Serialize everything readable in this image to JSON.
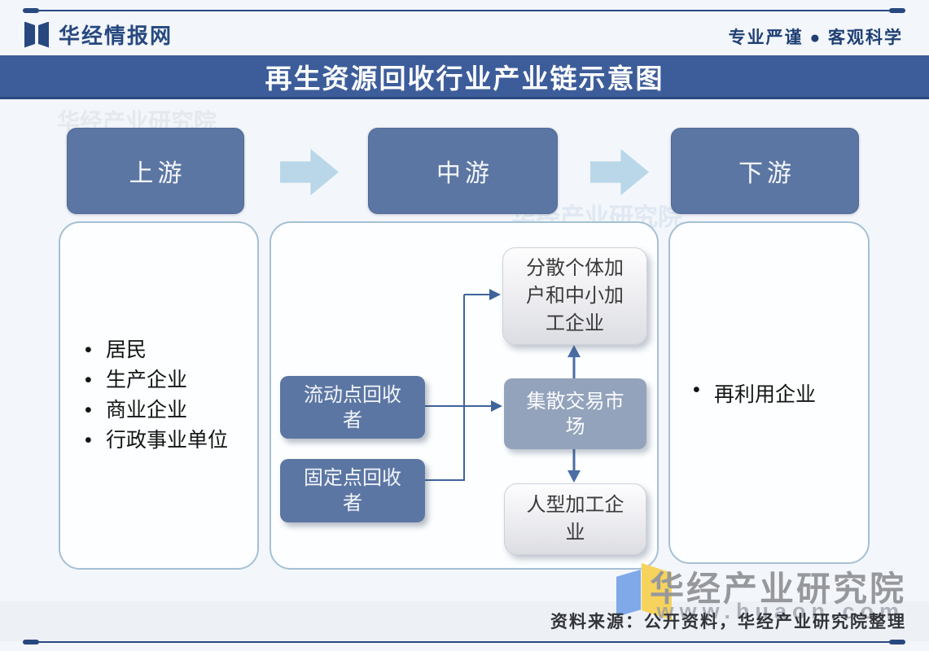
{
  "header": {
    "brand": "华经情报网",
    "tagline": "专业严谨 ● 客观科学"
  },
  "title": "再生资源回收行业产业链示意图",
  "bullet": "•",
  "stages": [
    {
      "label": "上游"
    },
    {
      "label": "中游"
    },
    {
      "label": "下游"
    }
  ],
  "upstream": {
    "items": [
      "居民",
      "生产企业",
      "商业企业",
      "行政事业单位"
    ]
  },
  "midstream": {
    "collectors": [
      "流动点回收者",
      "固定点回收者"
    ],
    "dispersed": "分散个体加户和中小加工企业",
    "market": "集散交易市场",
    "large": "人型加工企业"
  },
  "downstream": {
    "items": [
      "再利用企业"
    ]
  },
  "watermark": {
    "name": "华经产业研究院",
    "site": "www.huaon.com"
  },
  "footer": {
    "source": "资料来源：公开资料，华经产业研究院整理"
  },
  "colors": {
    "title_bar": "#3d5d9a",
    "stage_box": "#5c76a3",
    "flow_arrow": "#b9d7e9",
    "market_box": "#93a3bc",
    "connector": "#3f639b",
    "panel_border": "#a6c0d4",
    "brand_blue": "#26487f",
    "logo_yellow": "#f6d35c",
    "logo_light_blue": "#7fa9e9",
    "footer_strip": "#edf1f6"
  }
}
